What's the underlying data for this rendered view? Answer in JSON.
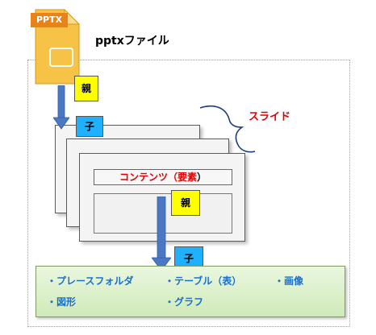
{
  "file": {
    "tab_label": "PPTX",
    "name": "pptxファイル"
  },
  "slide_label": "スライド",
  "contents": {
    "red_text": "コンテンツ（要素",
    "close_paren": "）"
  },
  "badges": {
    "parent_top": "親",
    "child_top": "子",
    "parent_inner": "親",
    "child_bottom": "子"
  },
  "elements": {
    "bullet": "・",
    "items": [
      "プレースフォルダ",
      "テーブル（表）",
      "画像",
      "図形",
      "グラフ"
    ]
  },
  "colors": {
    "file_orange": "#e8831a",
    "file_yellow": "#f6c347",
    "arrow_blue": "#4a78c4",
    "badge_yellow": "#ffff00",
    "badge_blue": "#1fb0ff",
    "accent_red": "#e00000",
    "item_blue": "#1a6fcf"
  }
}
